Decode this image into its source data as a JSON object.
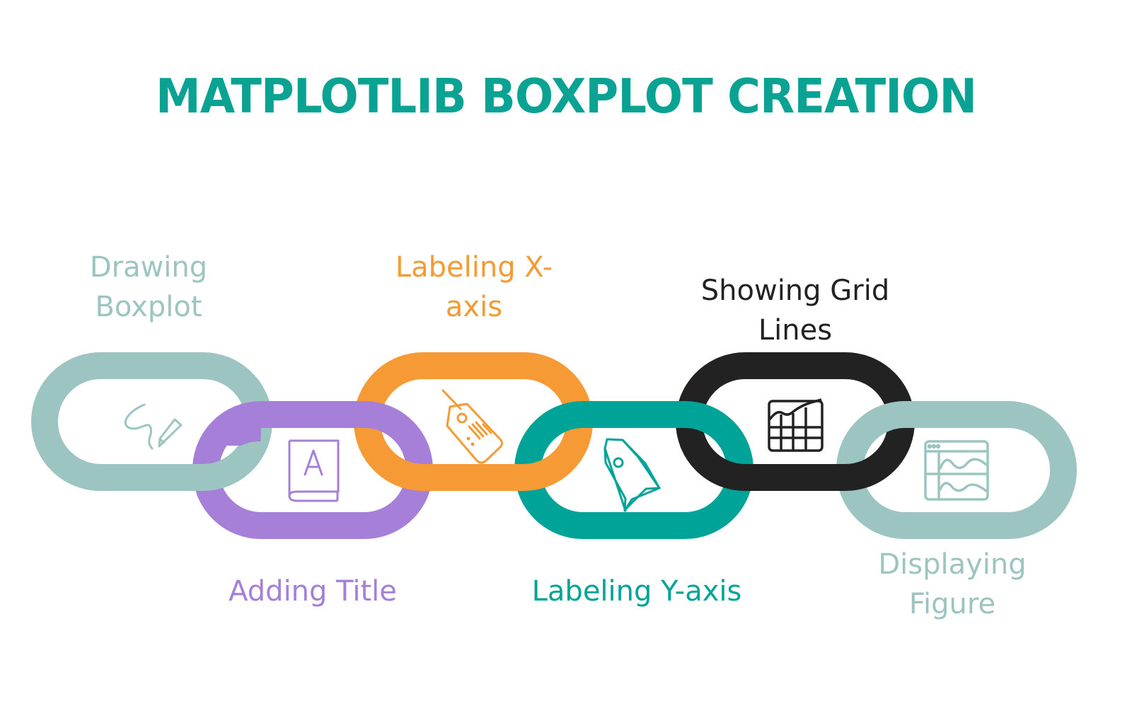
{
  "title": {
    "text": "MATPLOTLIB BOXPLOT CREATION",
    "color": "#0AA393"
  },
  "steps": [
    {
      "label": "Drawing\nBoxplot",
      "color": "#9CC5C1",
      "icon": "pen-scribble-icon",
      "position": "above"
    },
    {
      "label": "Adding Title",
      "color": "#A57FD8",
      "icon": "book-letter-a-icon",
      "position": "below"
    },
    {
      "label": "Labeling X-\naxis",
      "color": "#F59A34",
      "icon": "price-tag-barcode-icon",
      "position": "above"
    },
    {
      "label": "Labeling Y-axis",
      "color": "#00A397",
      "icon": "tag-icon",
      "position": "below"
    },
    {
      "label": "Showing Grid\nLines",
      "color": "#222222",
      "icon": "grid-chart-icon",
      "position": "above"
    },
    {
      "label": "Displaying\nFigure",
      "color": "#9CC5C1",
      "icon": "window-waveform-icon",
      "position": "below"
    }
  ]
}
